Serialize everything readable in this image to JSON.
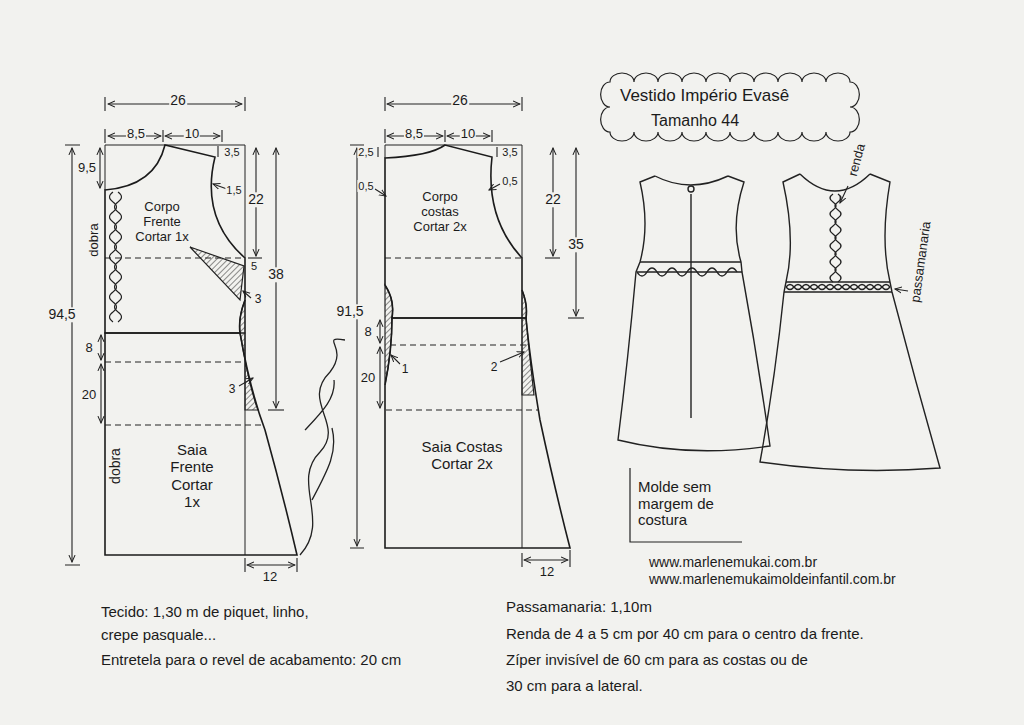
{
  "diagram": {
    "title": "Vestido Império Evasê",
    "nodes": [
      {
        "text": [
          "Corpo Frente Cortar 1x"
        ]
      },
      {
        "text": [
          "Saia Frente Cortar 1x"
        ]
      },
      {
        "text": [
          "Corpo costas Cortar 2x"
        ]
      },
      {
        "text": [
          "Saia Costas Cortar 2x"
        ]
      }
    ],
    "labels": [
      "26",
      "8,5",
      "10",
      "9,5",
      "3,5",
      "1,5",
      "22",
      "38",
      "5",
      "3",
      "94,5",
      "dobra",
      "8",
      "20",
      "3",
      "dobra",
      "12",
      "26",
      "8,5",
      "10",
      "2,5",
      "0,5",
      "3,5",
      "0,5",
      "22",
      "35",
      "91,5",
      "8",
      "20",
      "1",
      "2",
      "12",
      "Tamanho 44",
      "renda",
      "passamanaria",
      "Molde sem margem de costura",
      "www.marlenemukai.com.br",
      "www.marlenemukaimoldeinfantil.com.br",
      "Tecido: 1,30 m de piquet, linho,",
      "crepe pasquale...",
      "Entretela para o revel de acabamento: 20 cm",
      "Passamanaria: 1,10m",
      "Renda de 4 a 5 cm por 40 cm para o centro da frente.",
      "Zíper invisível de 60 cm para as costas ou de",
      "30 cm para a lateral."
    ]
  }
}
